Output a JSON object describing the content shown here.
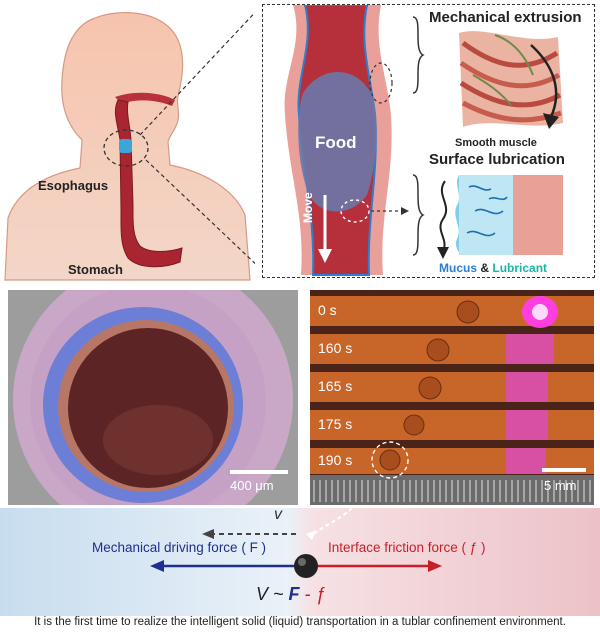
{
  "anatomy": {
    "esophagus_label": "Esophagus",
    "stomach_label": "Stomach"
  },
  "inset": {
    "food_label": "Food",
    "move_label": "Move",
    "mechanical_extrusion": "Mechanical extrusion",
    "smooth_muscle": "Smooth muscle",
    "surface_lubrication": "Surface lubrication",
    "mucus": "Mucus",
    "amp": "&",
    "lubricant": "Lubricant"
  },
  "sem": {
    "scale_label": "400 μm"
  },
  "timelapse": {
    "times": [
      "0 s",
      "160 s",
      "165 s",
      "175 s",
      "190 s"
    ],
    "scale_label": "5 mm"
  },
  "forces": {
    "velocity_symbol": "v",
    "driving_force": "Mechanical driving force ( F )",
    "friction_force": "Interface friction force ( ƒ )",
    "eq_v": "V ~ ",
    "eq_F": "F",
    "eq_minus": " - ƒ"
  },
  "caption": "It is the first time to realize the intelligent solid (liquid) transportation in a tublar confinement environment.",
  "colors": {
    "blue_force": "#1f2f8f",
    "red_force": "#c8202a",
    "lubricant": "#19b6a8",
    "mucus": "#2a7fd0"
  }
}
